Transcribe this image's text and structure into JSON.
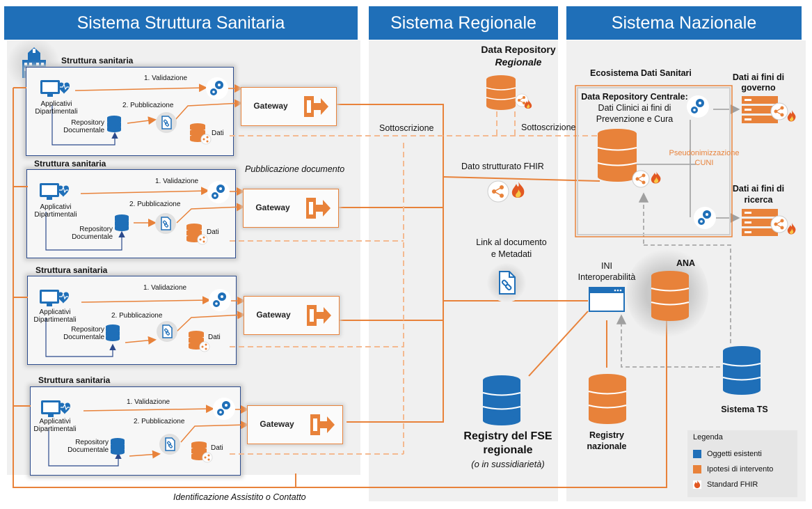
{
  "headers": {
    "left": "Sistema Struttura Sanitaria",
    "middle": "Sistema Regionale",
    "right": "Sistema Nazionale"
  },
  "facilities": [
    {
      "title": "Struttura sanitaria",
      "apps": "Applicativi Dipartimentali",
      "validation": "1. Validazione",
      "publication": "2. Pubblicazione",
      "repo": "Repository Documentale",
      "data": "Dati",
      "gateway": "Gateway"
    },
    {
      "title": "Struttura sanitaria",
      "apps": "Applicativi Dipartimentali",
      "validation": "1. Validazione",
      "publication": "2. Pubblicazione",
      "repo": "Repository Documentale",
      "data": "Dati",
      "gateway": "Gateway"
    },
    {
      "title": "Struttura sanitaria",
      "apps": "Applicativi Dipartimentali",
      "validation": "1. Validazione",
      "publication": "2. Pubblicazione",
      "repo": "Repository Documentale",
      "data": "Dati",
      "gateway": "Gateway"
    },
    {
      "title": "Struttura sanitaria",
      "apps": "Applicativi Dipartimentali",
      "validation": "1. Validazione",
      "publication": "2. Pubblicazione",
      "repo": "Repository Documentale",
      "data": "Dati",
      "gateway": "Gateway"
    }
  ],
  "regional": {
    "data_repo_title": "Data Repository",
    "data_repo_subtitle": "Regionale",
    "subscription_left": "Sottoscrizione",
    "subscription_right": "Sottoscrizione",
    "doc_publication": "Pubblicazione documento",
    "fhir_label": "Dato strutturato FHIR",
    "link_label_1": "Link al documento",
    "link_label_2": "e Metadati",
    "registry_title_1": "Registry del FSE",
    "registry_title_2": "regionale",
    "registry_sub": "(o in sussidiarietà)",
    "identification": "Identificazione Assistito o Contatto"
  },
  "national": {
    "ecosystem": "Ecosistema Dati Sanitari",
    "central_title": "Data Repository Centrale:",
    "central_line1": "Dati Clinici ai fini di",
    "central_line2": "Prevenzione e Cura",
    "pseudo_1": "Pseudonimizzazione",
    "pseudo_2": "CUNI",
    "gov_1": "Dati ai fini di",
    "gov_2": "governo",
    "research_1": "Dati ai fini di",
    "research_2": "ricerca",
    "ana": "ANA",
    "ini_1": "INI",
    "ini_2": "Interoperabilità",
    "registry_naz_1": "Registry",
    "registry_naz_2": "nazionale",
    "ts": "Sistema TS"
  },
  "legend": {
    "title": "Legenda",
    "items": [
      {
        "label": "Oggetti esistenti",
        "color": "#1f6fb8"
      },
      {
        "label": "Ipotesi di intervento",
        "color": "#e8823a"
      },
      {
        "label": "Standard FHIR",
        "color": "#e25822"
      }
    ]
  },
  "colors": {
    "blue": "#1f6fb8",
    "orange": "#e8823a",
    "grey_bg": "#f0f0f0"
  }
}
